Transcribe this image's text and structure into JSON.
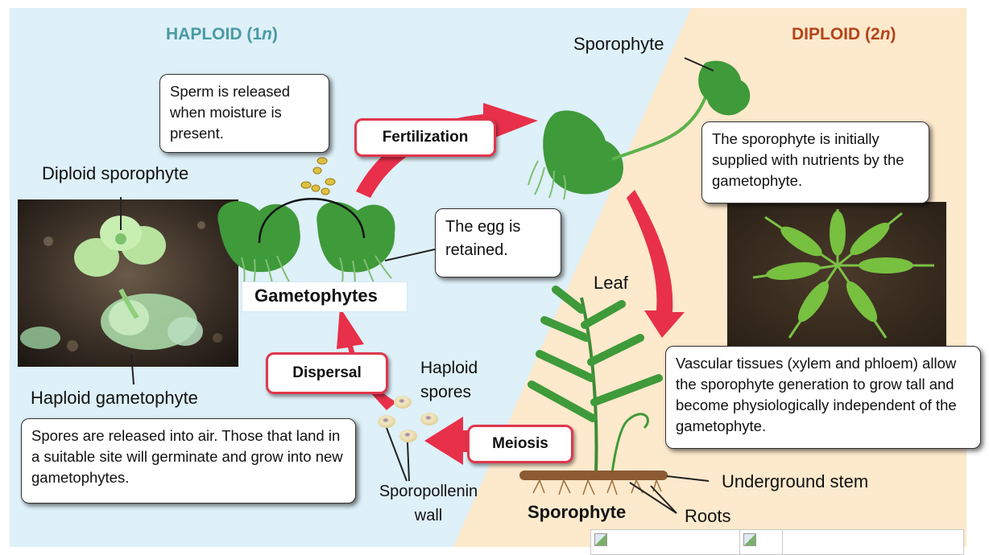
{
  "phases": {
    "haploid": {
      "label": "HAPLOID (1",
      "italic": "n",
      "close": ")"
    },
    "diploid": {
      "label": "DIPLOID (2",
      "italic": "n",
      "close": ")"
    }
  },
  "labels": {
    "diploid_sporophyte": "Diploid sporophyte",
    "haploid_gametophyte": "Haploid gametophyte",
    "gametophytes": "Gametophytes",
    "sporophyte_top": "Sporophyte",
    "leaf": "Leaf",
    "haploid_spores_1": "Haploid",
    "haploid_spores_2": "spores",
    "sporopollenin_1": "Sporopollenin",
    "sporopollenin_2": "wall",
    "sporophyte_bottom": "Sporophyte",
    "underground_stem": "Underground stem",
    "roots": "Roots"
  },
  "steps": {
    "fertilization": "Fertilization",
    "dispersal": "Dispersal",
    "meiosis": "Meiosis"
  },
  "callouts": {
    "sperm": "Sperm is released when moisture is present.",
    "egg": "The egg is retained.",
    "nutrients": "The sporophyte is initially supplied with nutrients by the gametophyte.",
    "vascular": "Vascular tissues (xylem and phloem) allow the sporophyte generation to grow tall and become physiologically independent of the gametophyte.",
    "spores": "Spores are released into air. Those that land in a suitable site will germinate and grow into new gametophytes."
  },
  "colors": {
    "haploid_bg": "#def0f8",
    "diploid_bg": "#fde9cc",
    "arrow": "#e8304a",
    "haploid_text": "#4a9aa6",
    "diploid_text": "#b3451a",
    "plant_green": "#3f9a3a"
  },
  "icons": [
    "broken-image-icon",
    "broken-image-icon"
  ]
}
